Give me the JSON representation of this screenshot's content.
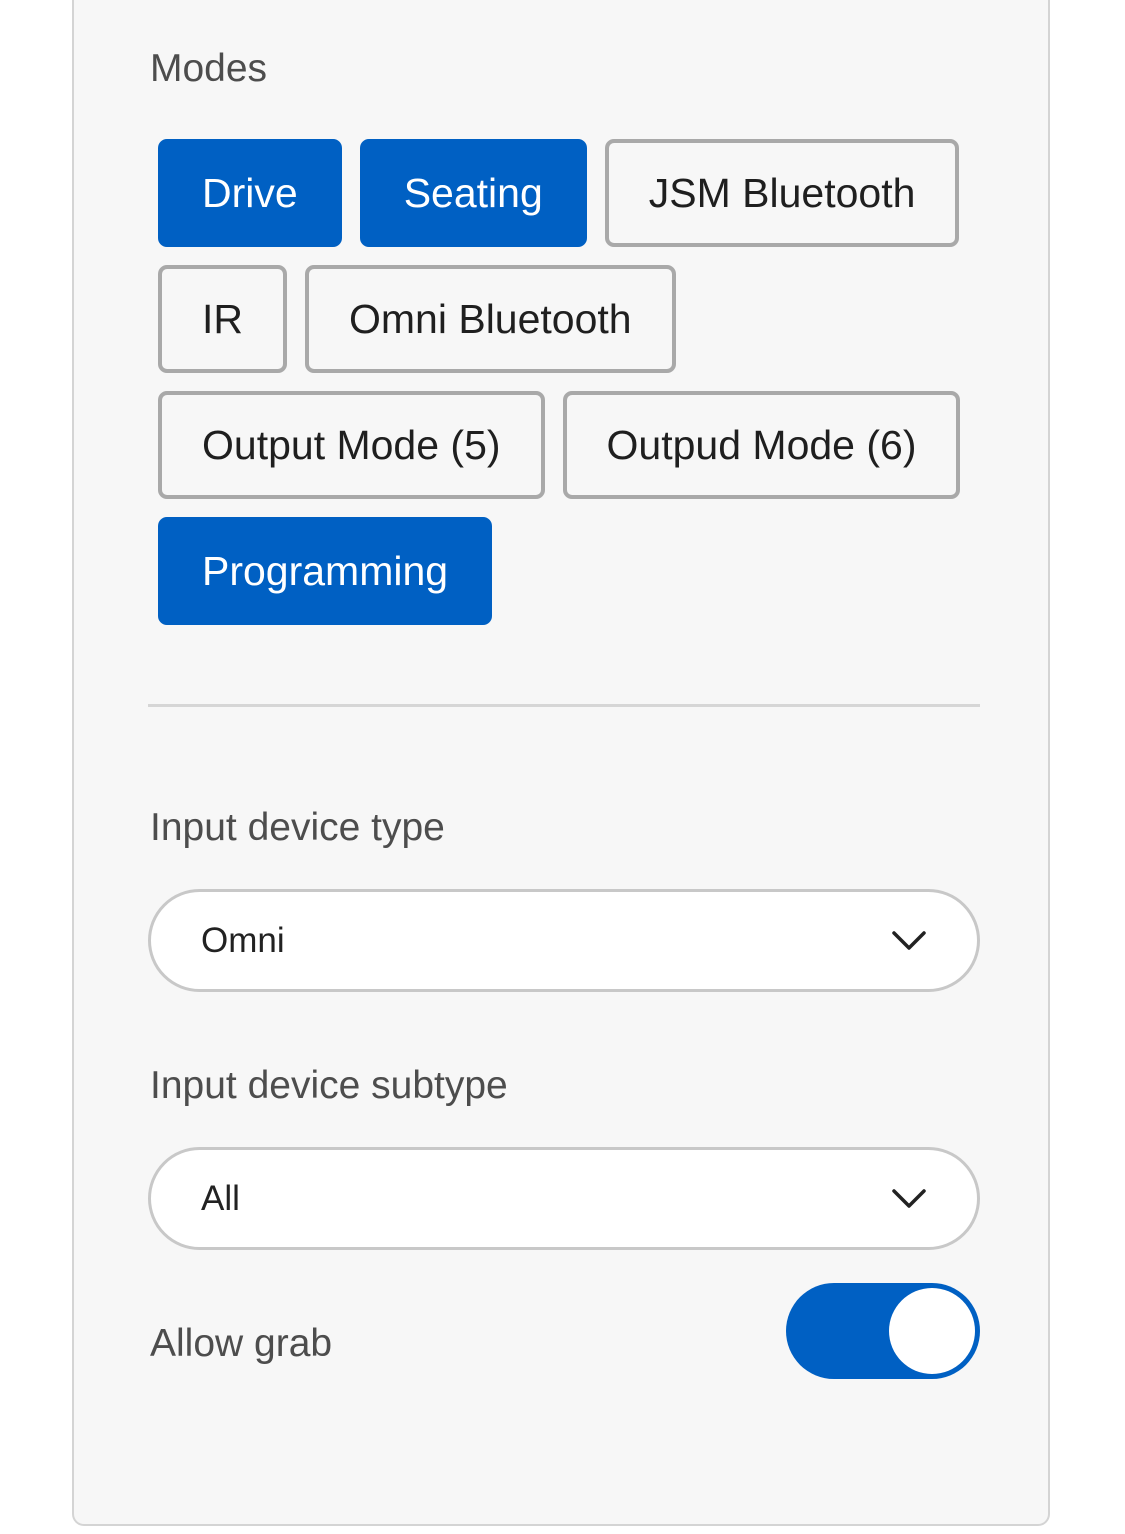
{
  "modes": {
    "title": "Modes",
    "items": [
      {
        "label": "Drive",
        "active": true
      },
      {
        "label": "Seating",
        "active": true
      },
      {
        "label": "JSM Bluetooth",
        "active": false
      },
      {
        "label": "IR",
        "active": false
      },
      {
        "label": "Omni Bluetooth",
        "active": false
      },
      {
        "label": "Output Mode (5)",
        "active": false
      },
      {
        "label": "Outpud Mode (6)",
        "active": false
      },
      {
        "label": "Programming",
        "active": true
      }
    ]
  },
  "input_device_type": {
    "label": "Input device type",
    "value": "Omni"
  },
  "input_device_subtype": {
    "label": "Input device subtype",
    "value": "All"
  },
  "allow_grab": {
    "label": "Allow grab",
    "enabled": true
  },
  "colors": {
    "accent": "#0060c3",
    "panel_bg": "#f7f7f7",
    "inactive_border": "#a9a9a9"
  },
  "icons": {
    "select_chevron": "chevron-down-icon"
  }
}
